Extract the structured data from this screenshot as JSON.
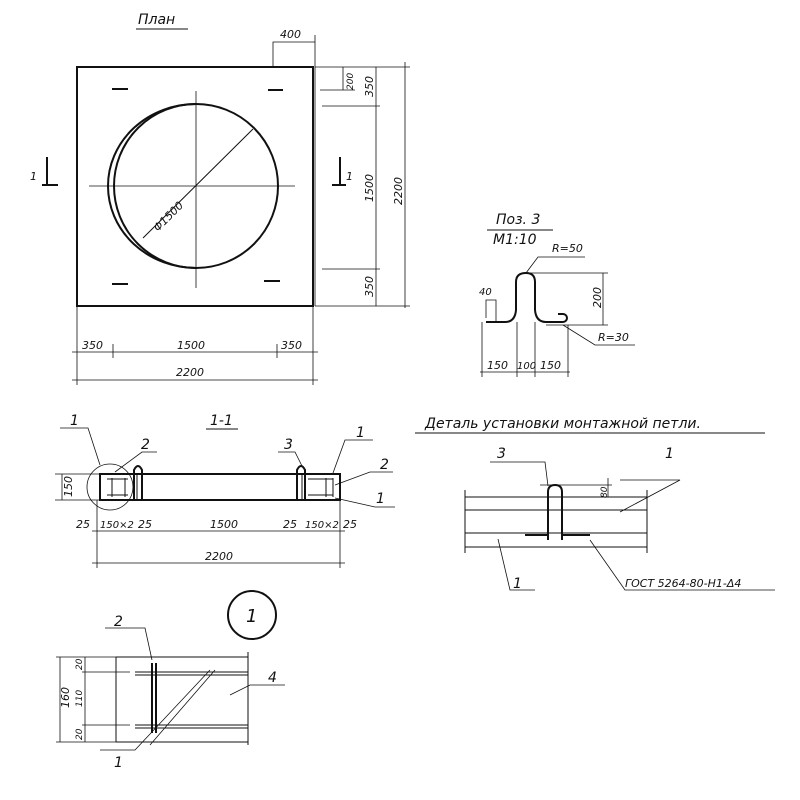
{
  "plan": {
    "title": "План",
    "dim_400": "400",
    "dim_200": "200",
    "dim_350_top": "350",
    "dim_1500_v": "1500",
    "dim_350_bottom": "350",
    "dim_2200_v": "2200",
    "dim_350_left": "350",
    "dim_1500_h": "1500",
    "dim_350_right": "350",
    "dim_2200_h": "2200",
    "diameter": "Φ1500",
    "section_mark": "1"
  },
  "pos3": {
    "title": "Поз. 3",
    "scale": "М1:10",
    "r50": "R=50",
    "r30": "R=30",
    "dim_40": "40",
    "dim_200": "200",
    "dim_150_left": "150",
    "dim_100": "100",
    "dim_150_right": "150"
  },
  "section": {
    "title": "1-1",
    "dim_150": "150",
    "dim_25_a": "25",
    "dim_150x2_a": "150×2",
    "dim_25_b": "25",
    "dim_1500": "1500",
    "dim_25_c": "25",
    "dim_150x2_b": "150×2",
    "dim_25_d": "25",
    "dim_2200": "2200",
    "callouts": [
      "1",
      "2",
      "3",
      "1",
      "2",
      "1"
    ]
  },
  "loop_detail": {
    "title": "Деталь установки монтажной петли.",
    "dim_80": "80",
    "callout_3": "3",
    "callout_1_top": "1",
    "callout_1_bottom": "1",
    "weld_note": "ГОСТ 5264-80-Н1-Δ4"
  },
  "node1": {
    "mark": "1",
    "dim_160": "160",
    "dim_20_top": "20",
    "dim_110": "110",
    "dim_20_bottom": "20",
    "callout_2": "2",
    "callout_4": "4",
    "callout_1": "1"
  }
}
